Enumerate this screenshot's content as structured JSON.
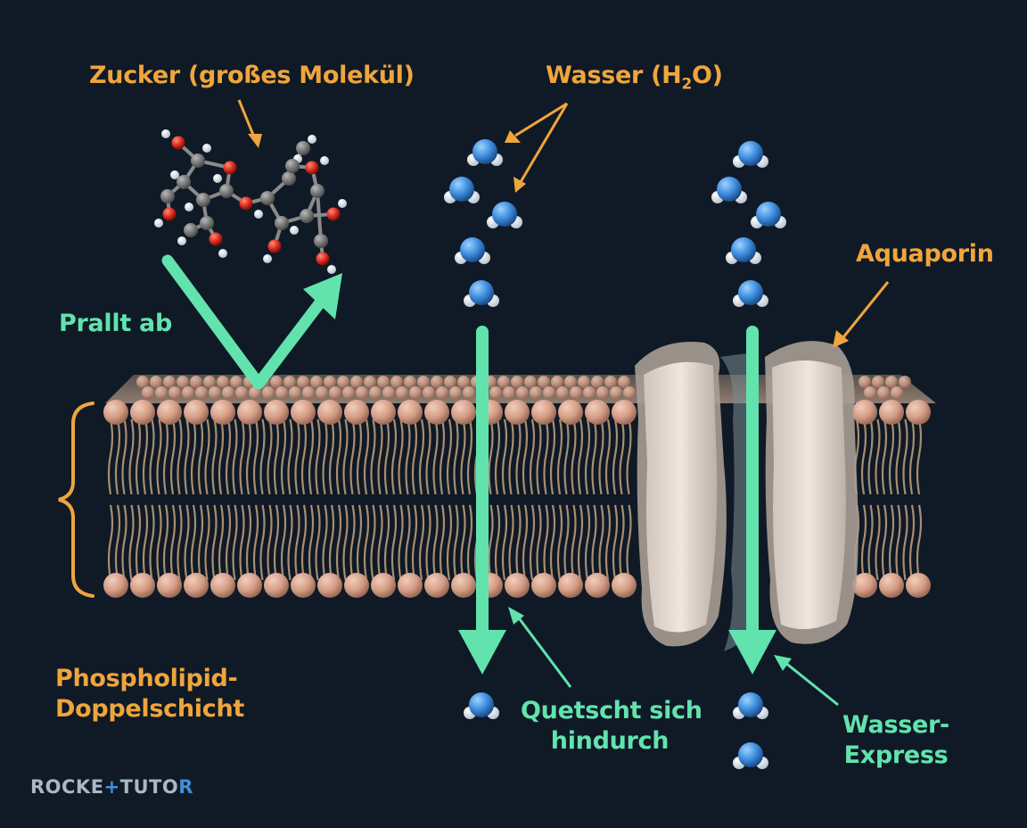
{
  "labels": {
    "sugar": "Zucker (großes Molekül)",
    "water_prefix": "Wasser (H",
    "water_sub": "2",
    "water_suffix": "O)",
    "aquaporin": "Aquaporin",
    "bounce": "Prallt ab",
    "bilayer_line1": "Phospholipid-",
    "bilayer_line2": "Doppelschicht",
    "squeeze_line1": "Quetscht sich",
    "squeeze_line2": "hindurch",
    "express_line1": "Wasser-",
    "express_line2": "Express"
  },
  "brand": {
    "name_part1": "ROCKE",
    "name_plus": "+",
    "name_part2": "TUTO",
    "name_part3": "R"
  },
  "colors": {
    "background": "#0f1a26",
    "label_orange": "#f0a53c",
    "arrow_green": "#62e3ad",
    "lipid_head": "#d9a88f",
    "protein": "#e8ddd4",
    "oxygen_blue": "#3f8fe0"
  }
}
